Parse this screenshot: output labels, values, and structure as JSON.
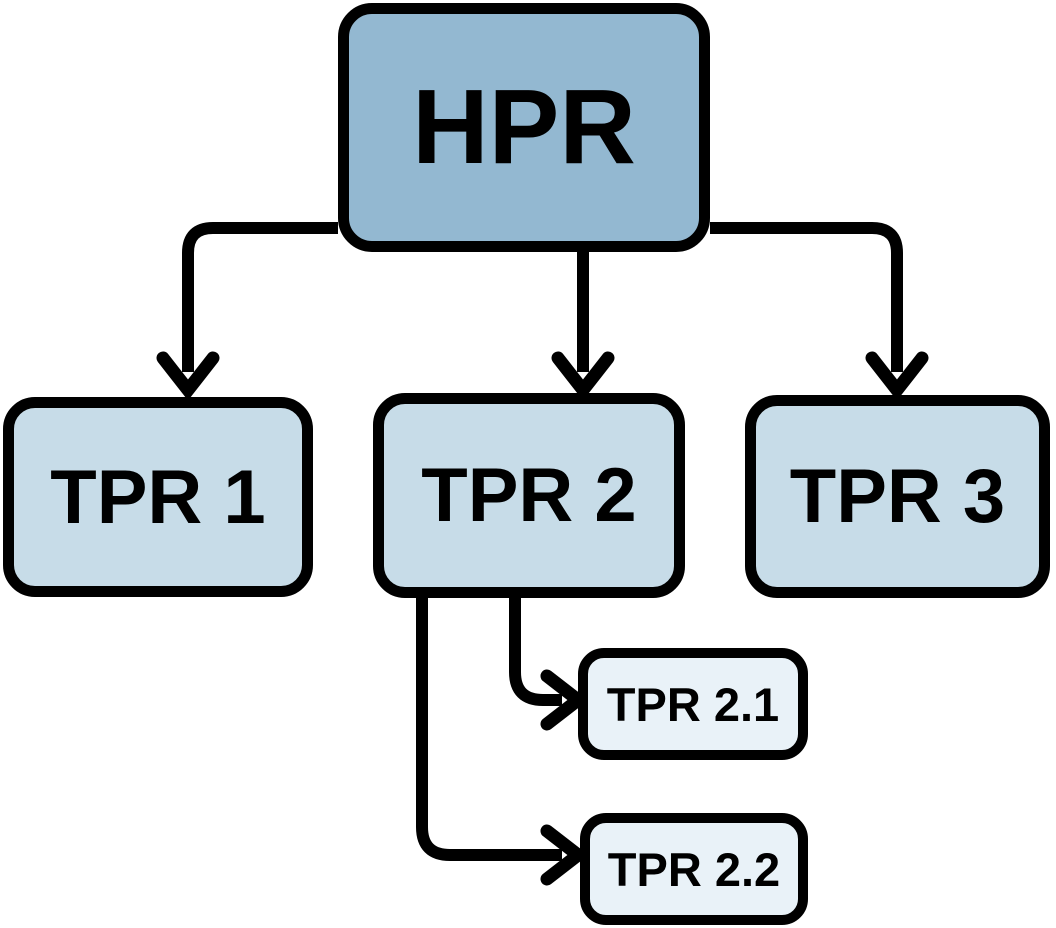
{
  "diagram": {
    "type": "hierarchy-flowchart",
    "background": "#ffffff"
  },
  "nodes": {
    "hpr": {
      "label": "HPR",
      "level": "root"
    },
    "tpr1": {
      "label": "TPR 1",
      "level": "child"
    },
    "tpr2": {
      "label": "TPR 2",
      "level": "child"
    },
    "tpr3": {
      "label": "TPR 3",
      "level": "child"
    },
    "tpr21": {
      "label": "TPR 2.1",
      "level": "grandchild"
    },
    "tpr22": {
      "label": "TPR 2.2",
      "level": "grandchild"
    }
  },
  "edges": [
    {
      "from": "HPR",
      "to": "TPR 1",
      "arrow": "down"
    },
    {
      "from": "HPR",
      "to": "TPR 2",
      "arrow": "down"
    },
    {
      "from": "HPR",
      "to": "TPR 3",
      "arrow": "down"
    },
    {
      "from": "TPR 2",
      "to": "TPR 2.1",
      "arrow": "right"
    },
    {
      "from": "TPR 2",
      "to": "TPR 2.2",
      "arrow": "right"
    }
  ],
  "colors": {
    "root_fill": "#93b8d1",
    "child_fill": "#c7dce8",
    "grandchild_fill": "#e9f2f8",
    "border": "#000000",
    "connector": "#000000",
    "background": "#ffffff"
  }
}
